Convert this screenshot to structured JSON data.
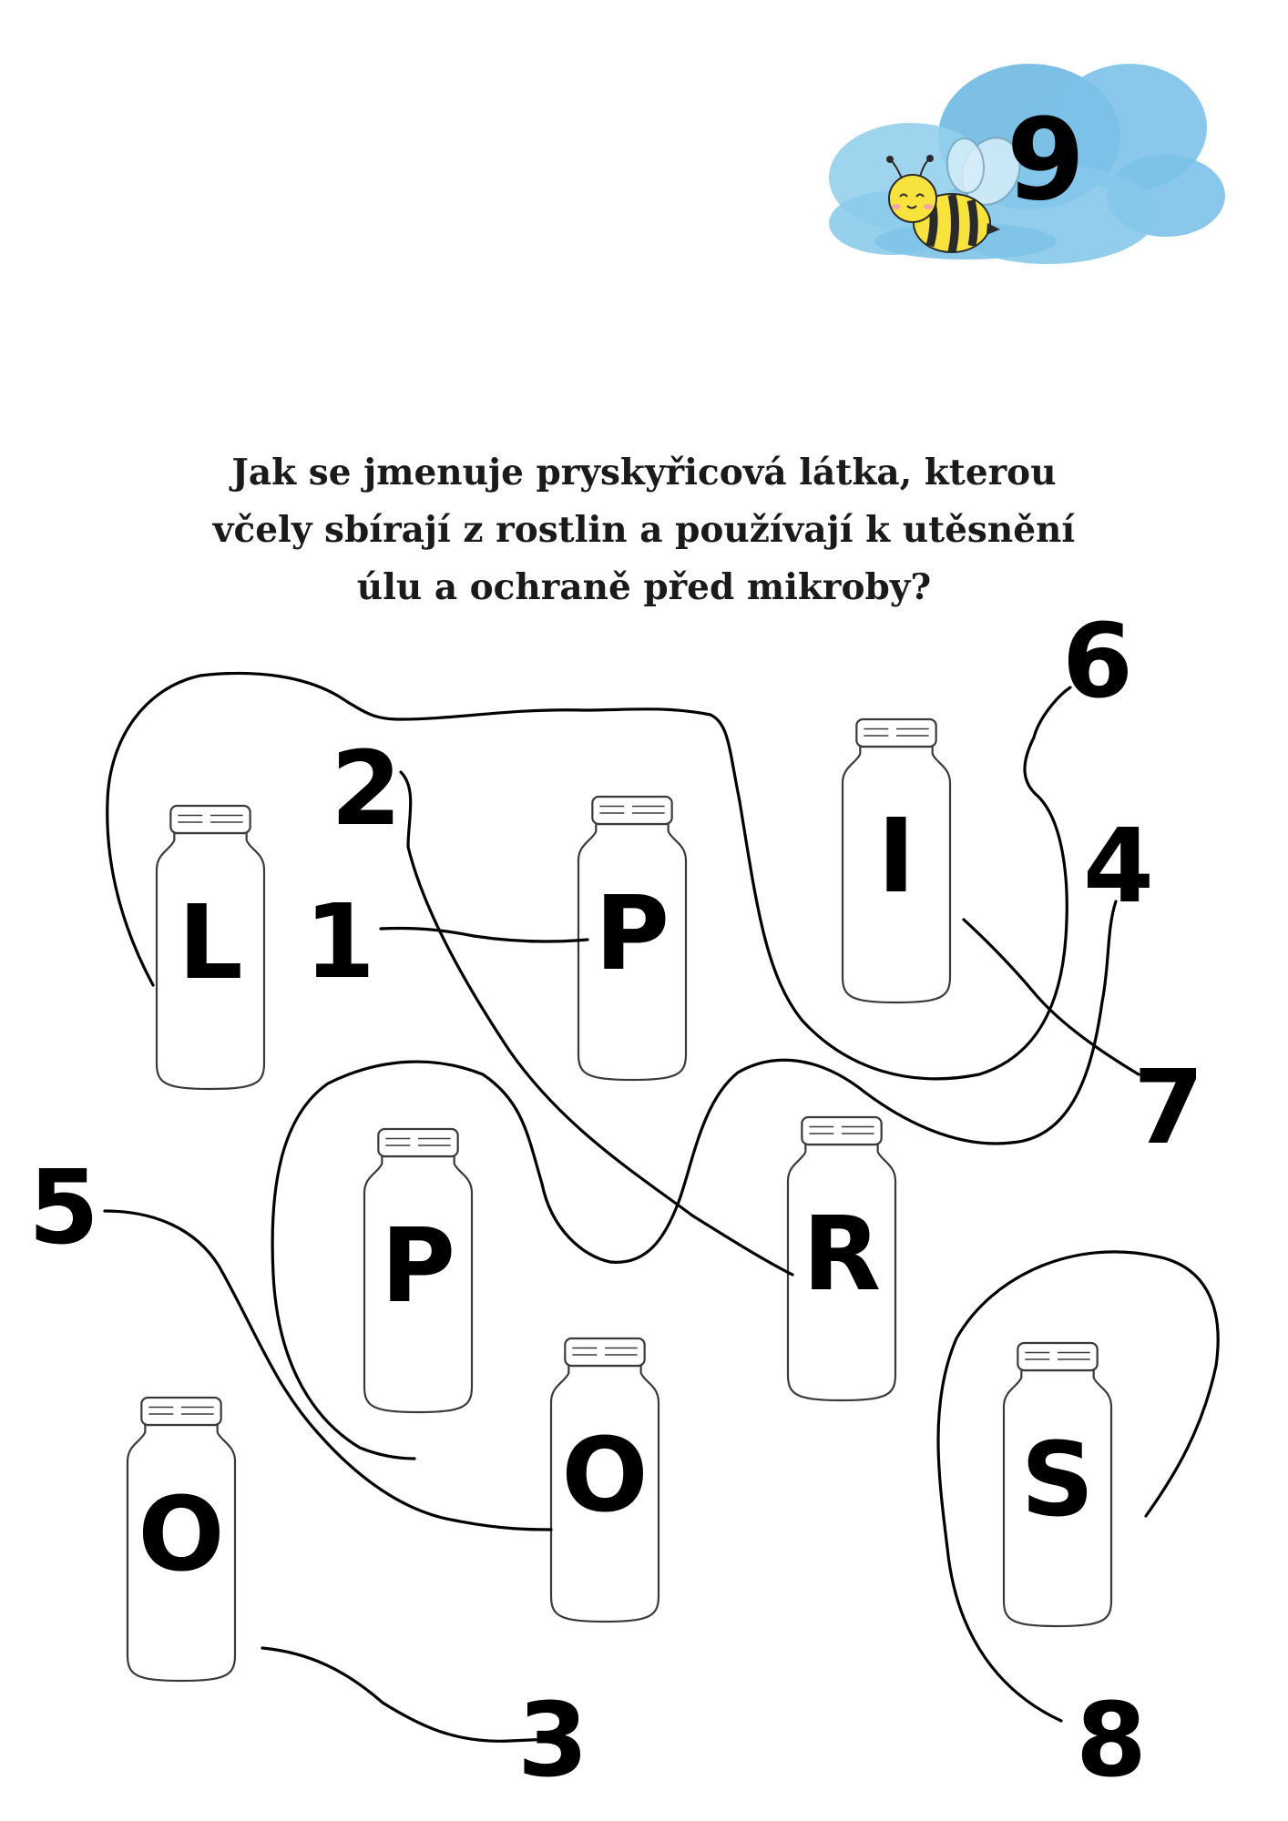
{
  "page_number": "9",
  "question": {
    "lines": [
      "Jak se jmenuje pryskyřicová látka, kterou",
      "včely sbírají z rostlin a používají k utěsnění",
      "úlu a ochraně před mikroby?"
    ]
  },
  "jars": [
    {
      "letter": "L"
    },
    {
      "letter": "P"
    },
    {
      "letter": "I"
    },
    {
      "letter": "P"
    },
    {
      "letter": "R"
    },
    {
      "letter": "O"
    },
    {
      "letter": "S"
    },
    {
      "letter": "O"
    }
  ],
  "numbers": [
    "1",
    "2",
    "3",
    "4",
    "5",
    "6",
    "7",
    "8"
  ],
  "colors": {
    "cloud": "#8ccbea",
    "bee_yellow": "#f7e23e",
    "bee_stripe": "#2a2a2a",
    "lines": "#000000"
  }
}
